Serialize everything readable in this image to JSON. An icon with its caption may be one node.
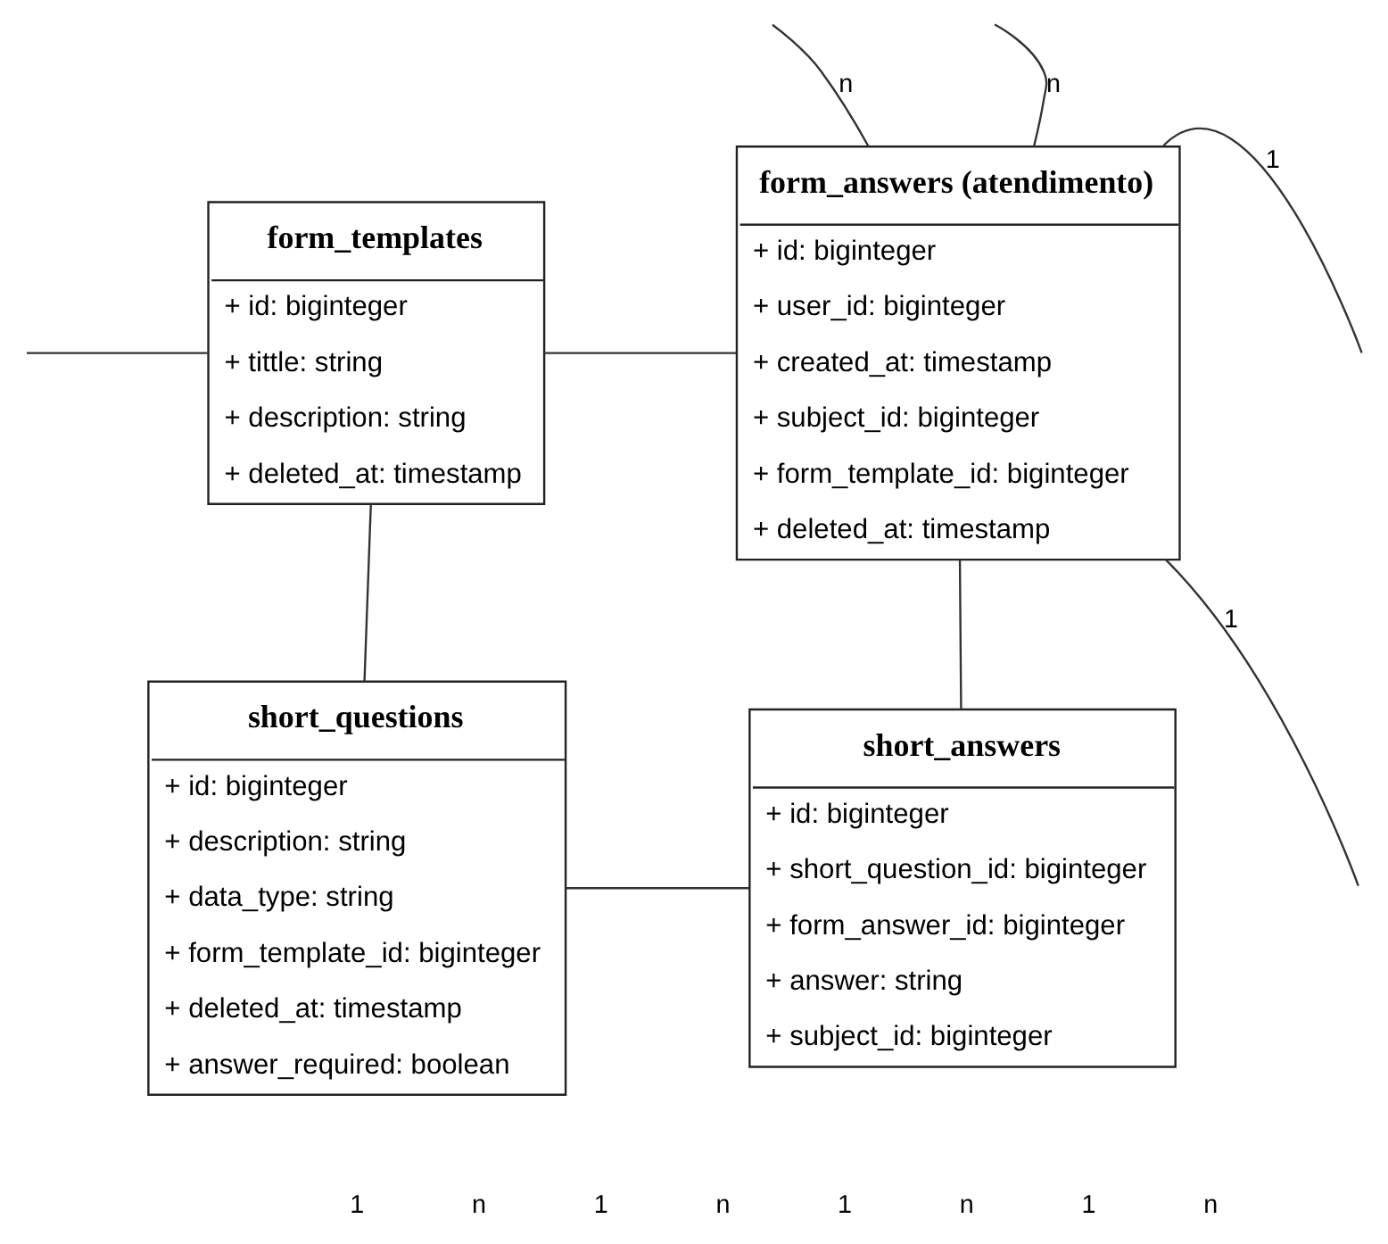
{
  "diagram": {
    "nodes": [
      {
        "text": [
          "form_templates",
          "+ id: biginteger",
          "+ tittle: string",
          "+ description: string",
          "+ deleted_at: timestamp"
        ]
      },
      {
        "text": [
          "form_answers (atendimento)",
          "+ id: biginteger",
          "+ user_id: biginteger",
          "+ created_at: timestamp",
          "+ subject_id: biginteger",
          "+ form_template_id: biginteger",
          "+ deleted_at: timestamp"
        ]
      },
      {
        "text": [
          "short_questions",
          "+ id: biginteger",
          "+ description: string",
          "+ data_type: string",
          "+ form_template_id: biginteger",
          "+ deleted_at: timestamp",
          "+ answer_required: boolean"
        ]
      },
      {
        "text": [
          "short_answers",
          "+ id: biginteger",
          "+ short_question_id: biginteger",
          "+ form_answer_id: biginteger",
          "+ answer: string",
          "+ subject_id: biginteger"
        ]
      }
    ],
    "edges": [
      {
        "from": null,
        "to": 0,
        "arrow": "none"
      },
      {
        "from": 1,
        "to": null,
        "arrow": "none",
        "label": "1"
      },
      {
        "from": 1,
        "to": null,
        "arrow": "none",
        "label": "1"
      },
      {
        "from": 1,
        "to": null,
        "arrow": "none",
        "label": "n"
      },
      {
        "from": 1,
        "to": null,
        "arrow": "none",
        "label": "n"
      },
      {
        "from": 0,
        "to": 1,
        "arrow": "none"
      },
      {
        "from": 0,
        "to": 2,
        "arrow": "none"
      },
      {
        "from": 1,
        "to": 3,
        "arrow": "none"
      },
      {
        "from": 2,
        "to": 3,
        "arrow": "none"
      }
    ],
    "labels": [
      "1",
      "n",
      "1",
      "n",
      "1",
      "n",
      "1",
      "n"
    ]
  }
}
